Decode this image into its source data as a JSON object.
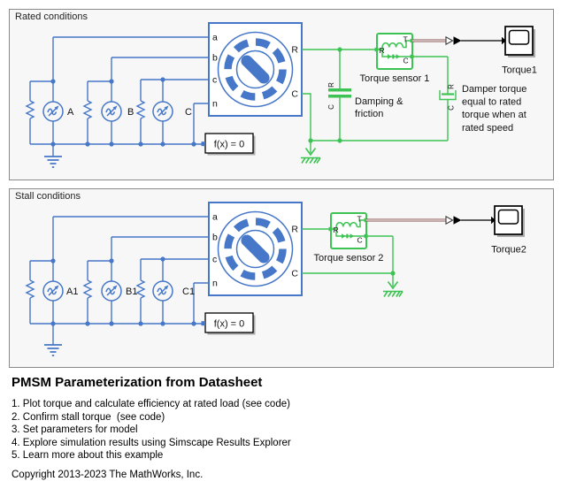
{
  "colors": {
    "simscape_electrical_blue": "#4677c8",
    "simscape_mechanical_green": "#3dc353",
    "physical_signal_maroon": "#8a5252",
    "simulink_signal_black": "#000000",
    "box_fill": "#f7f7f7",
    "box_border": "#8a8a8a"
  },
  "motor": {
    "port_a": "a",
    "port_b": "b",
    "port_c": "c",
    "port_n": "n",
    "port_R": "R",
    "port_C": "C"
  },
  "sensor_ports": {
    "R": "R",
    "T": "T",
    "C": "C"
  },
  "damper_ports": {
    "R": "R",
    "C": "C"
  },
  "rated": {
    "label": "Rated conditions",
    "sources": {
      "a": "A",
      "b": "B",
      "c": "C"
    },
    "solver": "f(x) = 0",
    "sensor_label": "Torque sensor 1",
    "damper_label": [
      "Damping &",
      "friction"
    ],
    "annotation": [
      "Damper torque",
      "equal to rated",
      "torque when at",
      "rated speed"
    ],
    "scope_label": "Torque1"
  },
  "stall": {
    "label": "Stall conditions",
    "sources": {
      "a": "A1",
      "b": "B1",
      "c": "C1"
    },
    "solver": "f(x) = 0",
    "sensor_label": "Torque sensor 2",
    "scope_label": "Torque2"
  },
  "doc": {
    "title": "PMSM Parameterization from Datasheet",
    "items": [
      "1. Plot torque and calculate efficiency at rated load (see code)",
      "2. Confirm stall torque  (see code)",
      "3. Set parameters for model",
      "4. Explore simulation results using Simscape Results Explorer",
      "5. Learn more about this example"
    ],
    "copyright": "Copyright 2013-2023 The MathWorks, Inc."
  }
}
